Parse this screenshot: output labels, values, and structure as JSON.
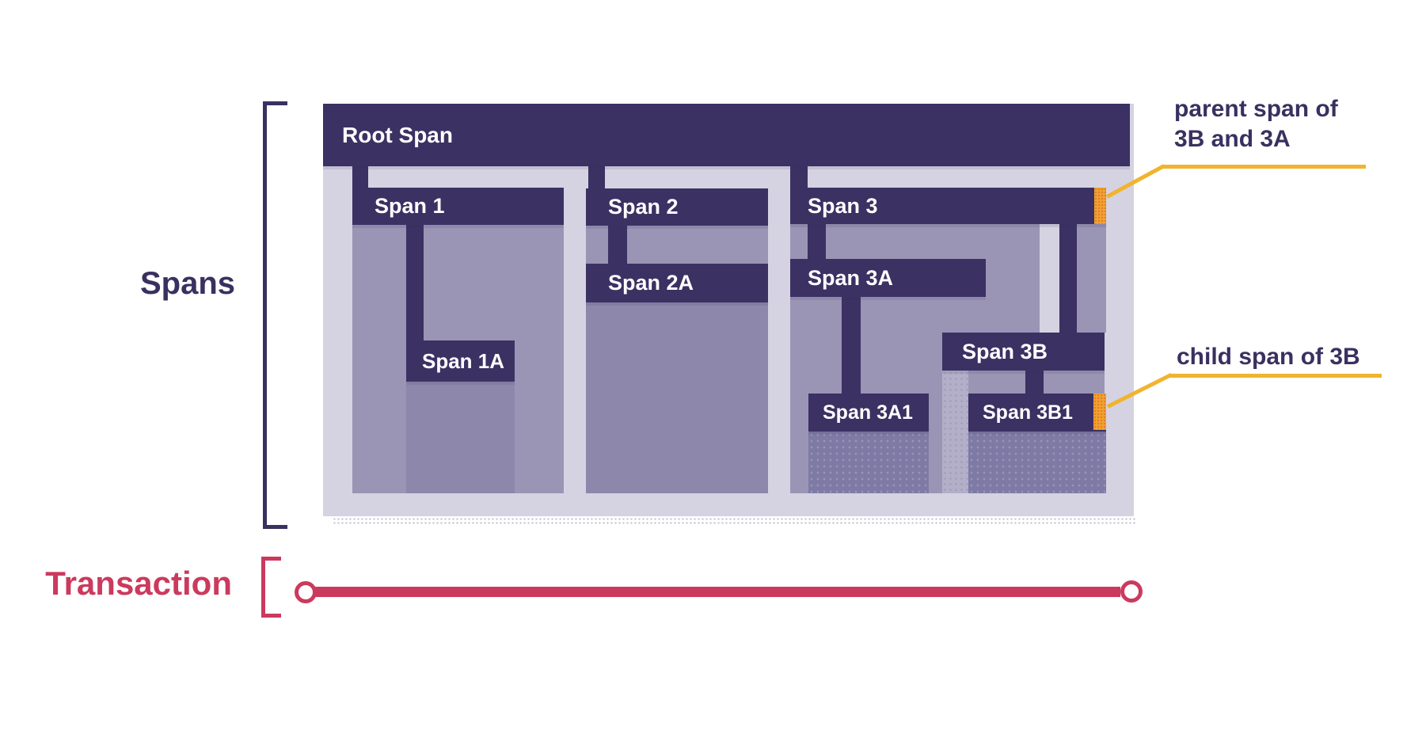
{
  "diagram": {
    "title_hint": "trace spans waterfall illustration",
    "spans": {
      "root": {
        "label": "Root Span"
      },
      "s1": {
        "label": "Span 1"
      },
      "s1a": {
        "label": "Span 1A"
      },
      "s2": {
        "label": "Span 2"
      },
      "s2a": {
        "label": "Span 2A"
      },
      "s3": {
        "label": "Span 3"
      },
      "s3a": {
        "label": "Span 3A"
      },
      "s3a1": {
        "label": "Span 3A1"
      },
      "s3b": {
        "label": "Span 3B"
      },
      "s3b1": {
        "label": "Span 3B1"
      }
    },
    "side_labels": {
      "spans": "Spans",
      "transaction": "Transaction"
    },
    "annotations": {
      "parent": "parent span of\n3B and 3A",
      "child": "child span of 3B"
    },
    "colors": {
      "navy": "#3B3163",
      "navy-text": "#3A3060",
      "label": "#FFFFFF",
      "panel": "#D5D3E2",
      "purple-light": "#9A95B4",
      "purple-mid": "#8D88AB",
      "purple-deep": "#7E7AA5",
      "strip-light": "#B3AFC8",
      "orange": "#F0A22C",
      "gold": "#F0B42E",
      "red": "#CB3A5D",
      "shadow-dot": "#C6C3D6"
    }
  }
}
